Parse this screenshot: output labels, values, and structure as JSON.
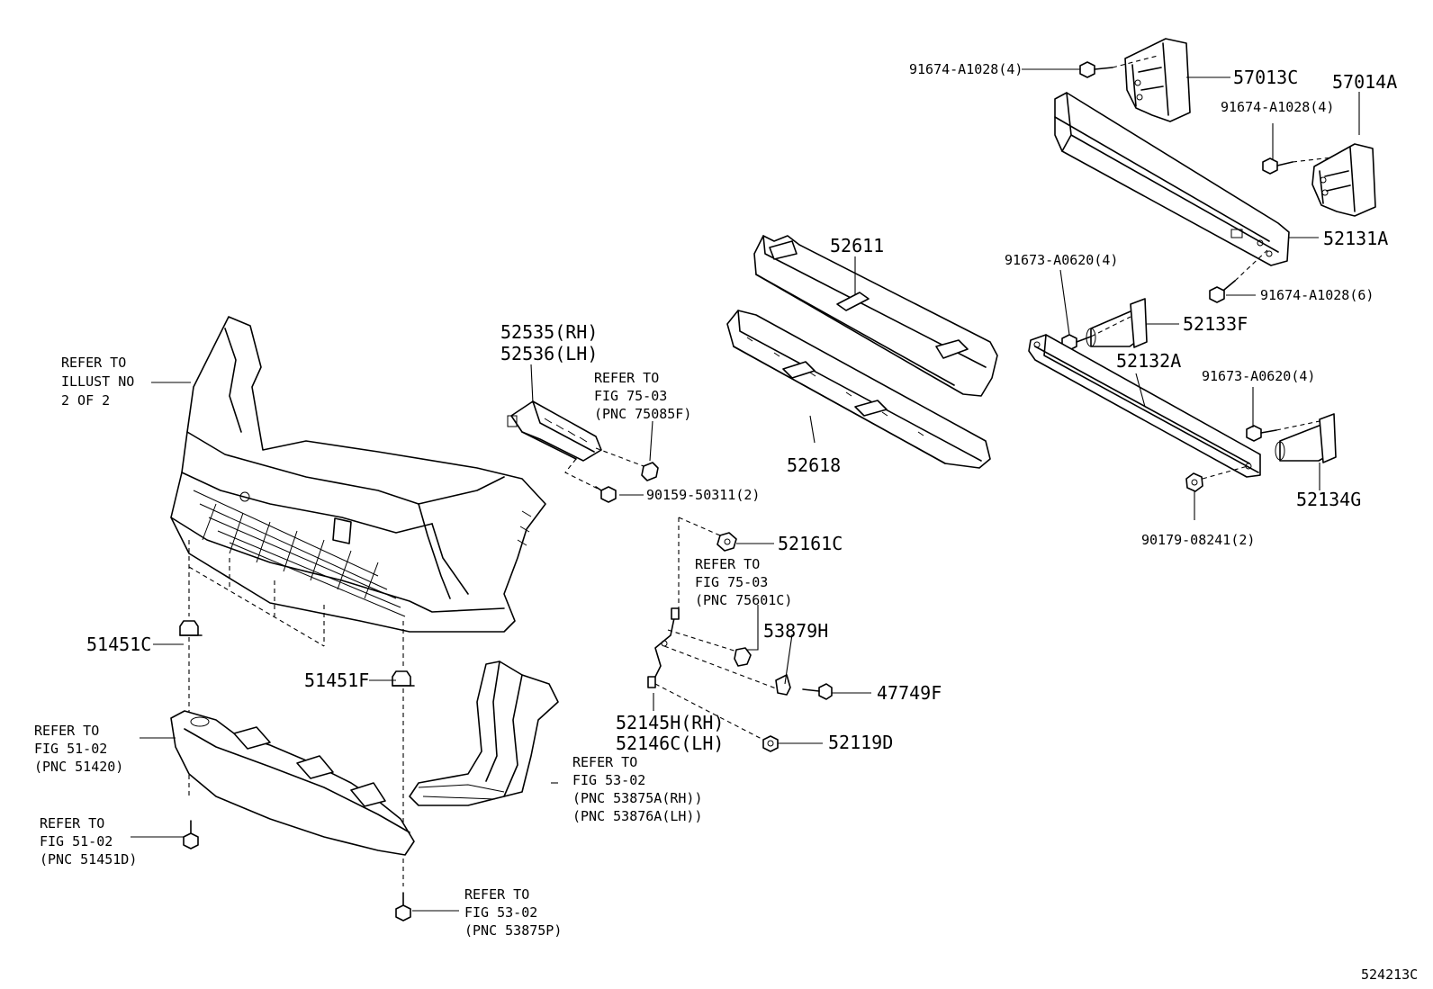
{
  "diagram_id": "524213C",
  "labels": {
    "p91674_a": "91674-A1028(4)",
    "p57013c": "57013C",
    "p57014a": "57014A",
    "p91674_b": "91674-A1028(4)",
    "p52131a": "52131A",
    "p52611": "52611",
    "p91673_a": "91673-A0620(4)",
    "p91674_c": "91674-A1028(6)",
    "p52133f": "52133F",
    "p52132a": "52132A",
    "p91673_b": "91673-A0620(4)",
    "p52134g": "52134G",
    "p90179": "90179-08241(2)",
    "p52618": "52618",
    "p52535": "52535(RH)",
    "p52536": "52536(LH)",
    "ref7503a_1": "REFER TO",
    "ref7503a_2": "FIG 75-03",
    "ref7503a_3": "(PNC 75085F)",
    "p90159": "90159-50311(2)",
    "refillust_1": "REFER TO",
    "refillust_2": "ILLUST NO",
    "refillust_3": "2 OF 2",
    "p52161c": "52161C",
    "ref7503b_1": "REFER TO",
    "ref7503b_2": "FIG 75-03",
    "ref7503b_3": "(PNC 75601C)",
    "p53879h": "53879H",
    "p47749f": "47749F",
    "p52145h": "52145H(RH)",
    "p52146c": "52146C(LH)",
    "p52119d": "52119D",
    "p51451c": "51451C",
    "p51451f": "51451F",
    "ref5102a_1": "REFER TO",
    "ref5102a_2": "FIG 51-02",
    "ref5102a_3": "(PNC 51420)",
    "ref5302a_1": "REFER TO",
    "ref5302a_2": "FIG 53-02",
    "ref5302a_3": "(PNC 53875A(RH))",
    "ref5302a_4": "(PNC 53876A(LH))",
    "ref5102b_1": "REFER TO",
    "ref5102b_2": "FIG 51-02",
    "ref5102b_3": "(PNC 51451D)",
    "ref5302b_1": "REFER TO",
    "ref5302b_2": "FIG 53-02",
    "ref5302b_3": "(PNC 53875P)"
  }
}
